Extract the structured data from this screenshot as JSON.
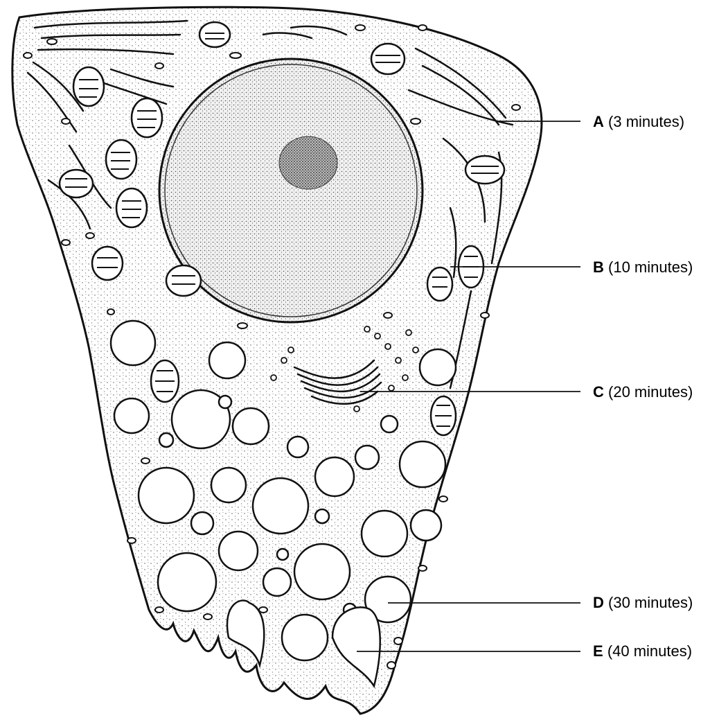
{
  "labels": [
    {
      "letter": "A",
      "text": "(3 minutes)"
    },
    {
      "letter": "B",
      "text": "(10 minutes)"
    },
    {
      "letter": "C",
      "text": "(20 minutes)"
    },
    {
      "letter": "D",
      "text": "(30 minutes)"
    },
    {
      "letter": "E",
      "text": "(40 minutes)"
    }
  ]
}
